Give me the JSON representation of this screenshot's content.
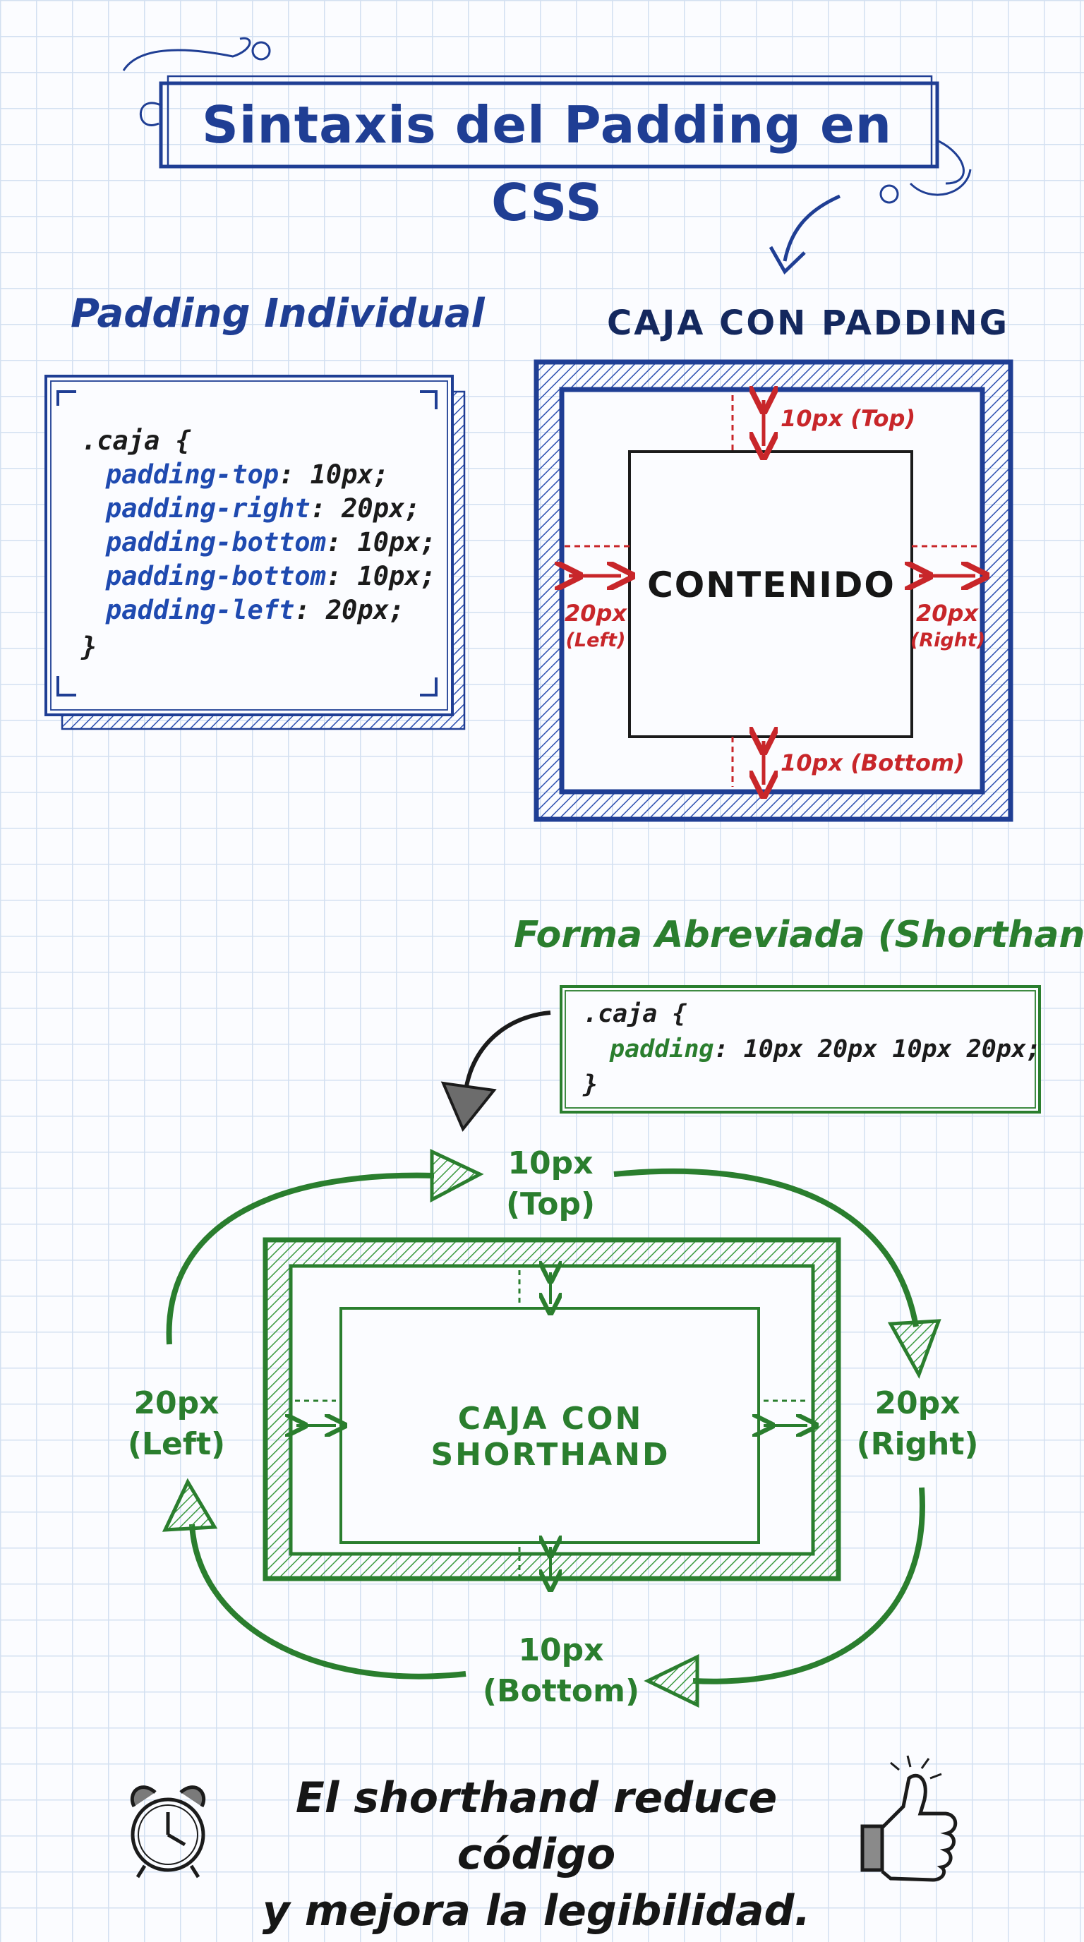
{
  "title": "Sintaxis del Padding en CSS",
  "individual": {
    "heading": "Padding Individual",
    "code": {
      "open": ".caja {",
      "lines": [
        {
          "prop": "padding-top",
          "value": ": 10px;"
        },
        {
          "prop": "padding-right",
          "value": ": 20px;"
        },
        {
          "prop": "padding-bottom",
          "value": ": 10px;"
        },
        {
          "prop": "padding-bottom",
          "value": ": 10px;"
        },
        {
          "prop": "padding-left",
          "value": ": 20px;"
        }
      ],
      "close": "}"
    }
  },
  "box_diagram": {
    "heading": "CAJA CON PADDING",
    "content_label": "CONTENIDO",
    "top": "10px (Top)",
    "bottom": "10px (Bottom)",
    "left_value": "20px",
    "left_side": "(Left)",
    "right_value": "20px",
    "right_side": "(Right)"
  },
  "shorthand": {
    "heading": "Forma Abreviada (Shorthand)",
    "code": {
      "open": ".caja {",
      "prop": "padding",
      "value": ": 10px 20px 10px 20px;",
      "close": "}"
    },
    "box_label": "CAJA CON SHORTHAND",
    "top_value": "10px",
    "top_side": "(Top)",
    "right_value": "20px",
    "right_side": "(Right)",
    "bottom_value": "10px",
    "bottom_side": "(Bottom)",
    "left_value": "20px",
    "left_side": "(Left)"
  },
  "footer": {
    "line1": "El shorthand reduce código",
    "line2": "y mejora la legibilidad."
  },
  "icons": [
    "alarm-clock-icon",
    "thumbs-up-icon",
    "curved-arrow-icon"
  ],
  "colors": {
    "blue": "#1f3e94",
    "red": "#c8262a",
    "green": "#2a7e2e",
    "grid": "#d3e0f1"
  }
}
